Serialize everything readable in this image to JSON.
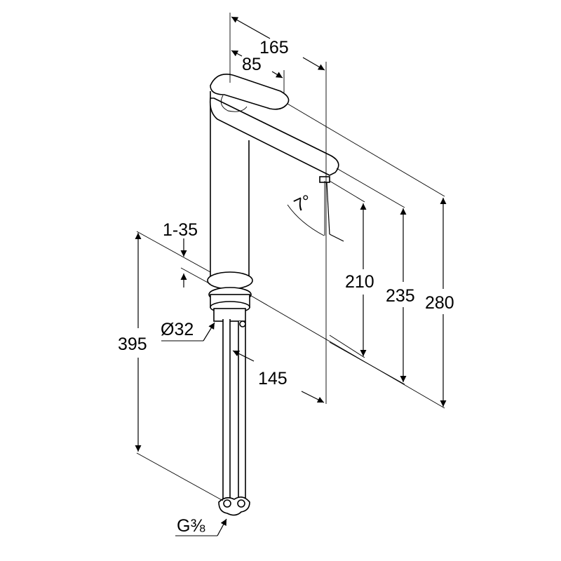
{
  "title": "Faucet dimension drawing",
  "dimensions": {
    "overall_reach": "165",
    "handle_reach": "85",
    "spout_angle": "7°",
    "spout_height": "210",
    "spout_top_height": "235",
    "total_height": "280",
    "deck_thickness": "1-35",
    "hole_diameter": "Ø32",
    "hose_length": "395",
    "spout_projection": "145",
    "connection_thread": "G⅜"
  },
  "colors": {
    "line": "#000000",
    "background": "#ffffff"
  }
}
